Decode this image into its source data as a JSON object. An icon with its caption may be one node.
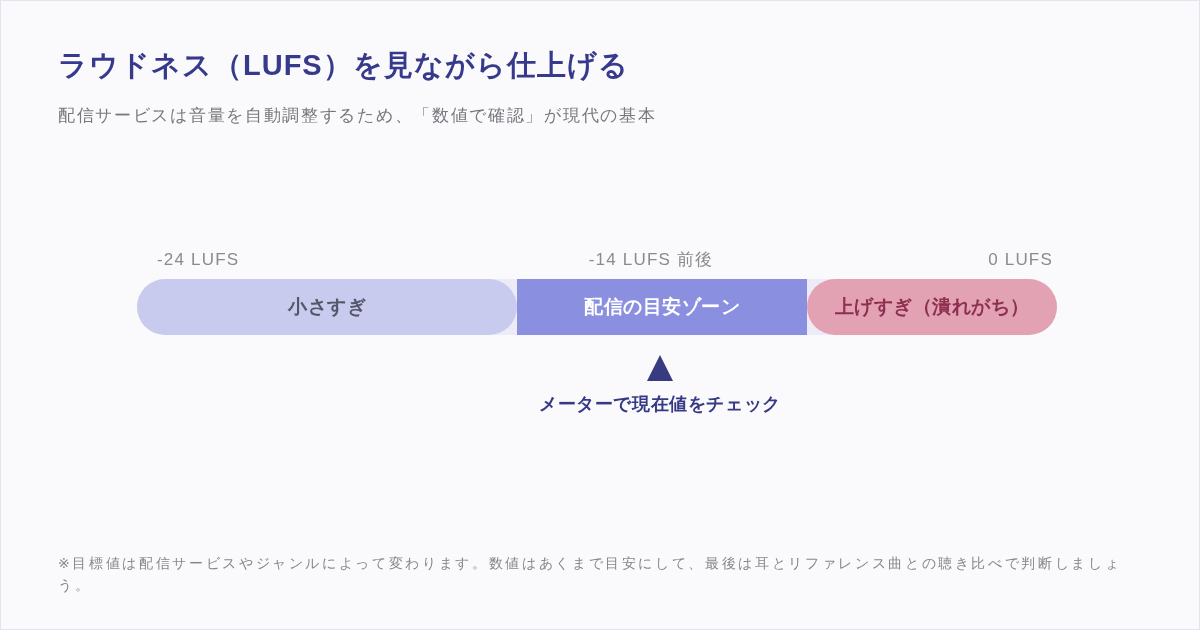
{
  "diagram": {
    "title": "ラウドネス（LUFS）を見ながら仕上げる",
    "nodes": [
      {
        "text": [
          "小さすぎ"
        ]
      },
      {
        "text": [
          "配信の目安ゾーン"
        ]
      },
      {
        "text": [
          "上げすぎ（潰れがち）"
        ]
      }
    ],
    "labels": [
      "配信サービスは音量を自動調整するため、「数値で確認」が現代の基本",
      "-24 LUFS",
      "-14 LUFS 前後",
      "0 LUFS",
      "メーターで現在値をチェック",
      "※目標値は配信サービスやジャンルによって変わります。数値はあくまで目安にして、最後は耳とリファレンス曲との聴き比べで判断しましょう。"
    ]
  }
}
